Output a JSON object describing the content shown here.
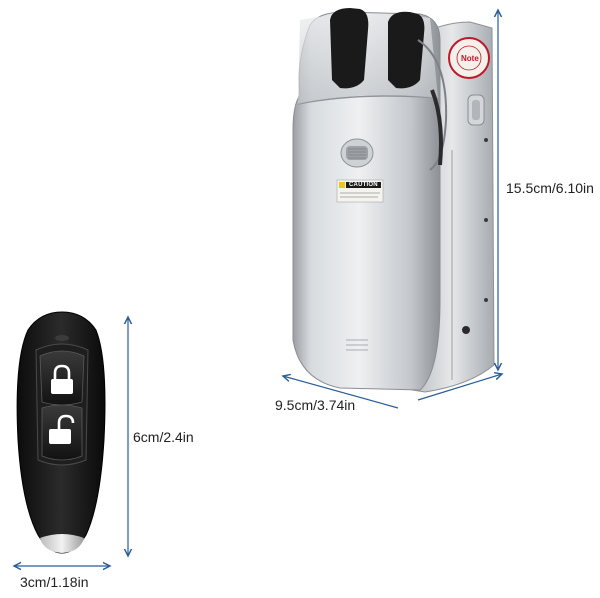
{
  "dimensions": {
    "lock_height": "15.5cm/6.10in",
    "lock_width": "9.5cm/3.74in",
    "remote_height": "6cm/2.4in",
    "remote_width": "3cm/1.18in"
  },
  "lock": {
    "caution_label": "CAUTION",
    "note_label": "Note"
  },
  "colors": {
    "dimension_line": "#2a5c9a",
    "lock_body": "#c9ccd0",
    "remote_body": "#1b1b1b",
    "sticker_red": "#c0182a"
  },
  "icons": [
    "lock-icon",
    "unlock-icon"
  ]
}
